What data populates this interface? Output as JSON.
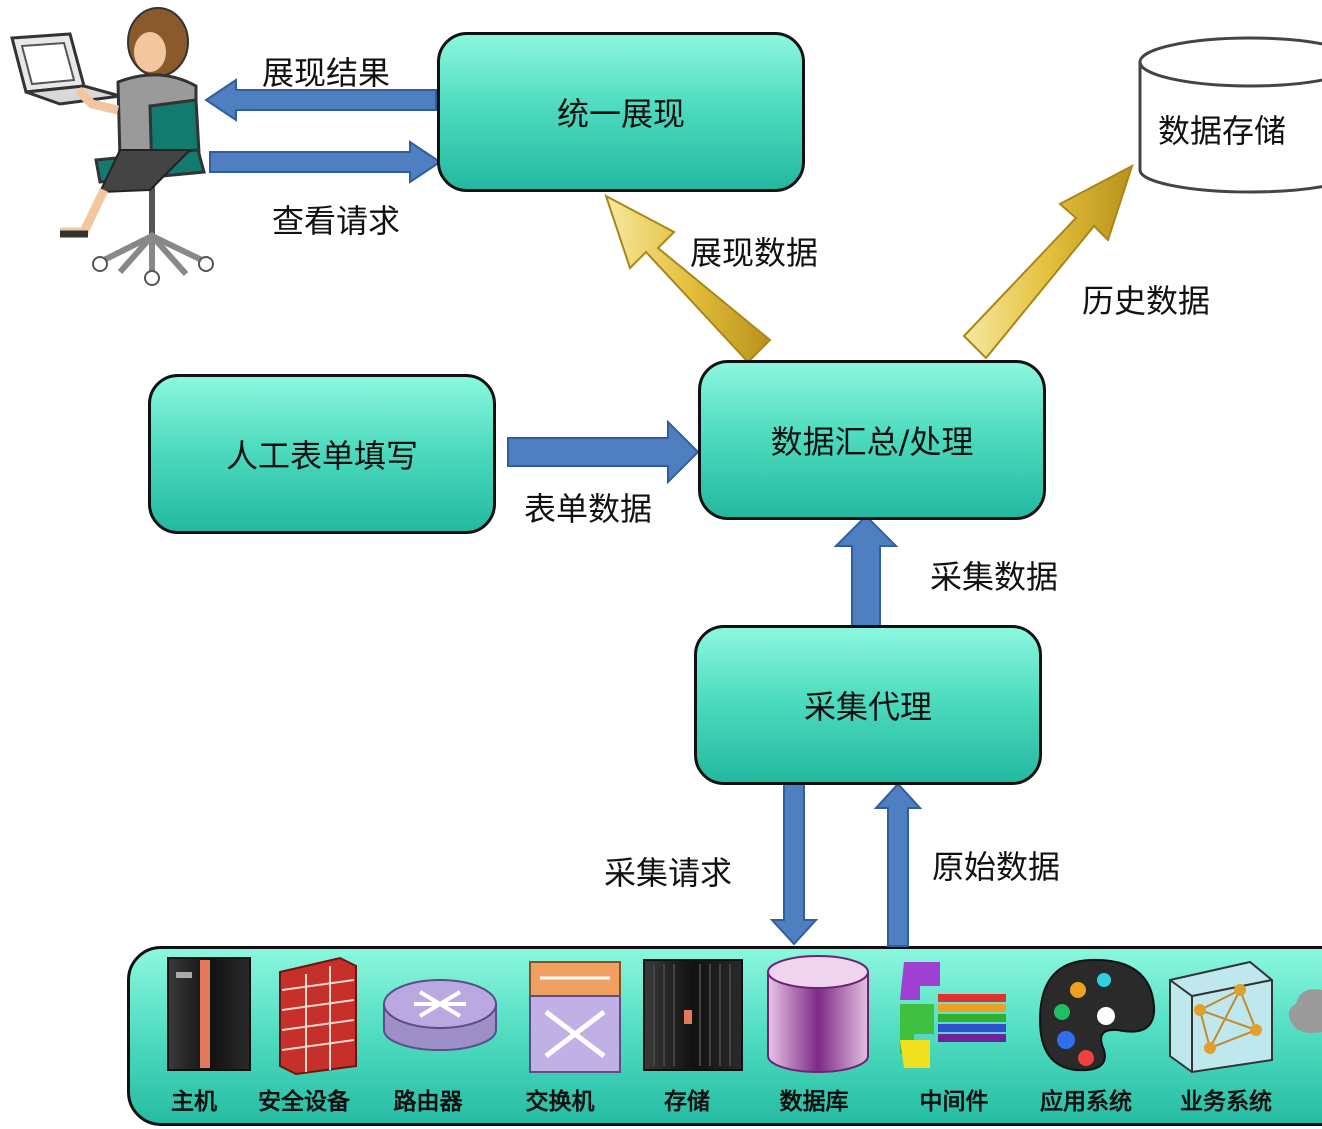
{
  "boxes": {
    "unified_display": "统一展现",
    "data_processing": "数据汇总/处理",
    "manual_form": "人工表单填写",
    "collection_agent": "采集代理"
  },
  "storage": {
    "label": "数据存储"
  },
  "arrows": {
    "show_result": "展现结果",
    "view_request": "查看请求",
    "display_data": "展现数据",
    "history_data": "历史数据",
    "form_data": "表单数据",
    "collected_data": "采集数据",
    "collect_request": "采集请求",
    "raw_data": "原始数据"
  },
  "devices": [
    {
      "label": "主机",
      "icon": "mainframe-icon"
    },
    {
      "label": "安全设备",
      "icon": "firewall-icon"
    },
    {
      "label": "路由器",
      "icon": "router-icon"
    },
    {
      "label": "交换机",
      "icon": "switch-icon"
    },
    {
      "label": "存储",
      "icon": "storage-rack-icon"
    },
    {
      "label": "数据库",
      "icon": "database-icon"
    },
    {
      "label": "中间件",
      "icon": "middleware-icon"
    },
    {
      "label": "应用系统",
      "icon": "palette-icon"
    },
    {
      "label": "业务系统",
      "icon": "network-cube-icon"
    }
  ],
  "colors": {
    "box_fill": "#4fdcc0",
    "blue_arrow": "#4f7fc0",
    "gold_arrow": "#e3c24a"
  }
}
